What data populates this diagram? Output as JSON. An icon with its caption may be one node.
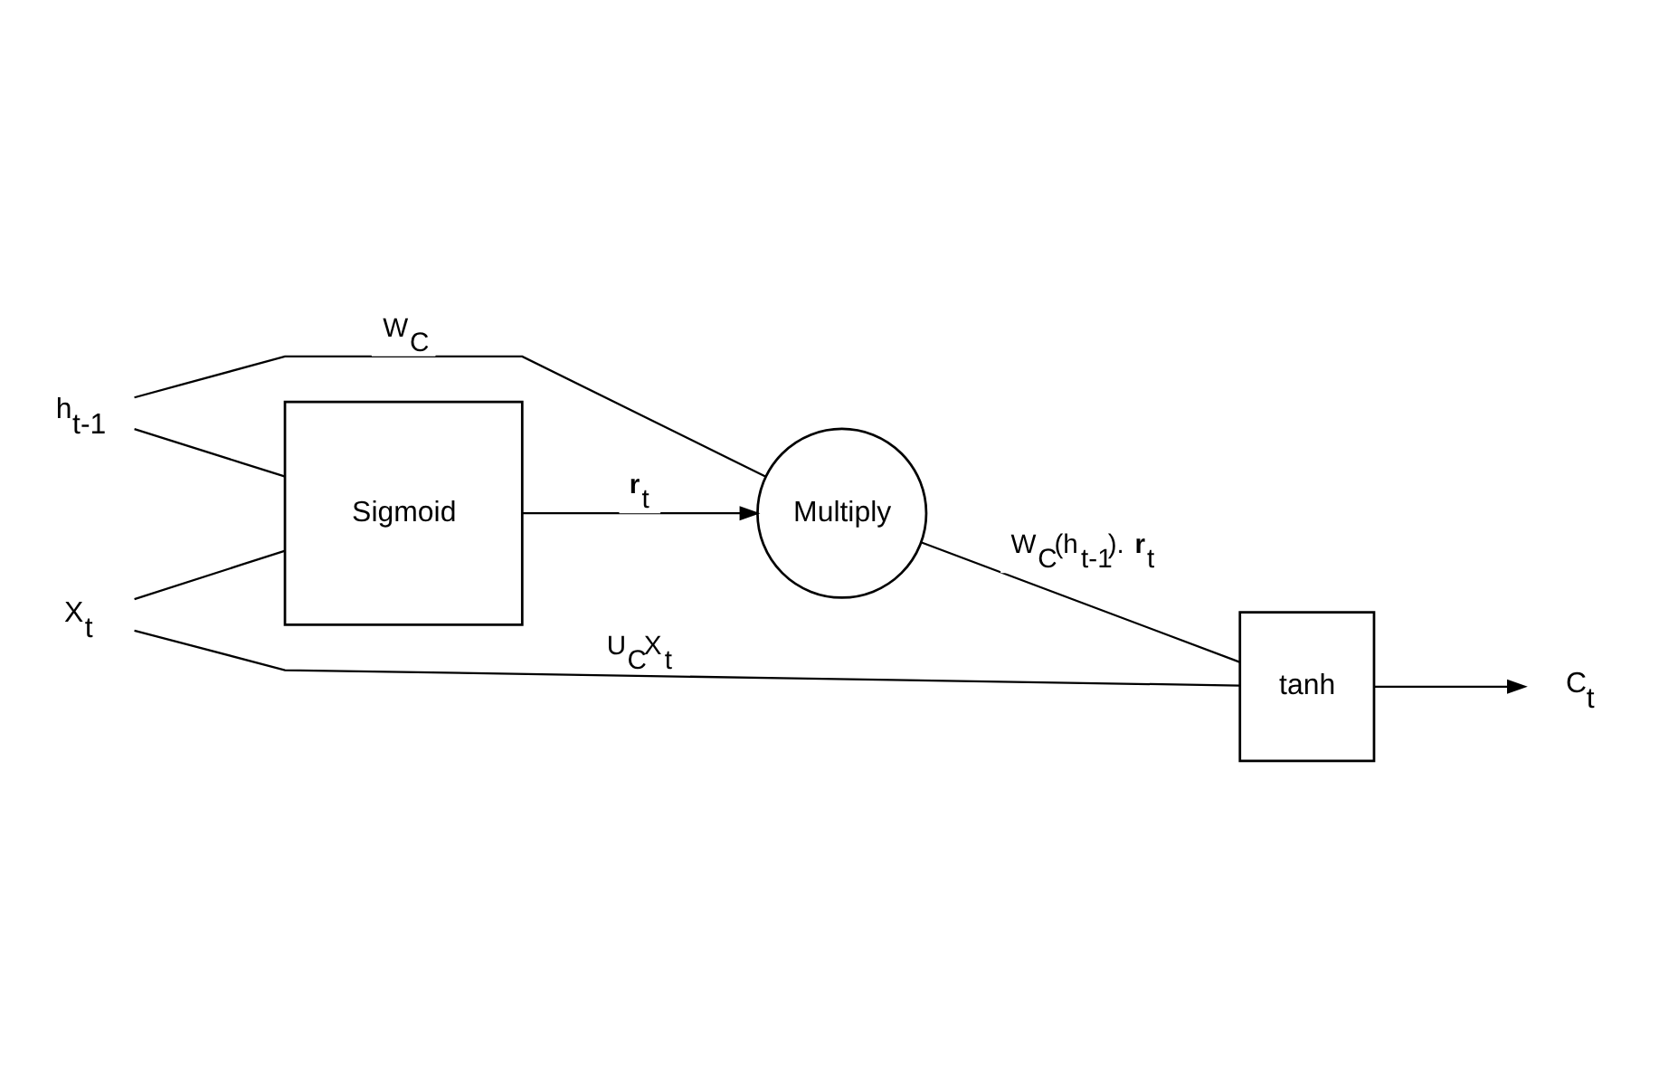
{
  "diagram": {
    "nodes": [
      {
        "text": [
          "h$_{t-1}$"
        ]
      },
      {
        "text": [
          "Multiply"
        ]
      },
      {
        "text": [
          "Sigmoid"
        ]
      },
      {
        "text": [
          "tanh"
        ]
      },
      {
        "text": [
          "C$_{t}$"
        ]
      },
      {
        "text": [
          "X$_{t}$"
        ]
      }
    ],
    "edges": [
      {
        "from": 0,
        "to": 1,
        "arrow": "none",
        "label": "W$_{C}$"
      },
      {
        "from": 0,
        "to": 2,
        "arrow": "none"
      },
      {
        "from": 2,
        "to": 1,
        "arrow": "to",
        "label": "**r**$_{t}$"
      },
      {
        "from": 1,
        "to": 3,
        "arrow": "none",
        "label": "W$_{C}$(h$_{t-1}$). **r**$_{t}$"
      },
      {
        "from": 5,
        "to": 2,
        "arrow": "none"
      },
      {
        "from": 5,
        "to": 3,
        "arrow": "none",
        "label": "U$_{C}$X$_{t}$"
      },
      {
        "from": 3,
        "to": 4,
        "arrow": "to"
      }
    ]
  }
}
